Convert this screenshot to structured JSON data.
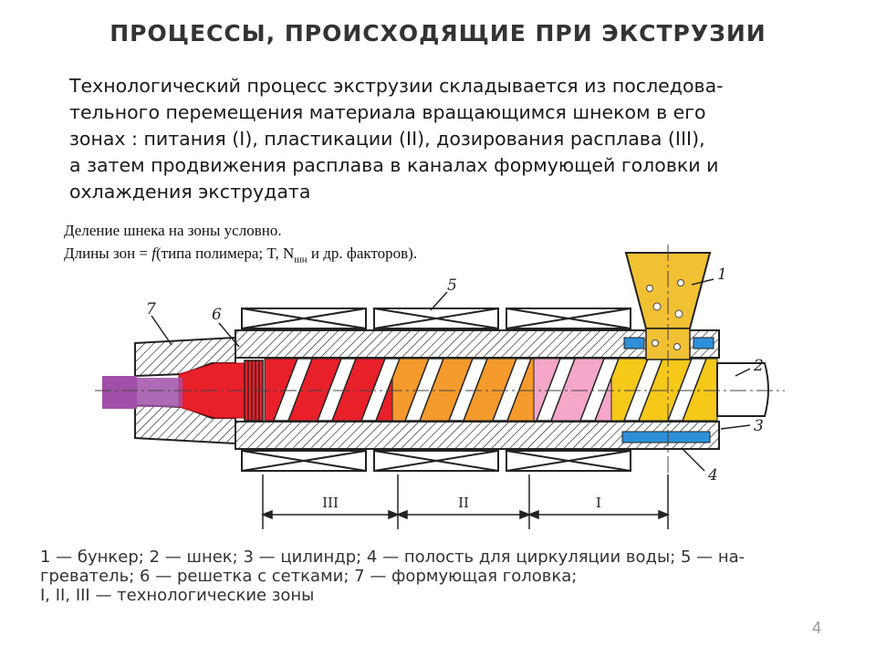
{
  "title": "ПРОЦЕССЫ, ПРОИСХОДЯЩИЕ ПРИ ЭКСТРУЗИИ",
  "intro_lines": [
    "Технологический процесс экструзии складывается из последова-",
    "тельного перемещения материала вращающимся шнеком в его",
    "зонах : питания (I), пластикации (II), дозирования расплава (III),",
    "а затем продвижения расплава в каналах формующей головки и",
    "охлаждения экструдата"
  ],
  "note": {
    "line1": "Деление шнека на зоны условно.",
    "line2_prefix": "Длины зон = ",
    "line2_f": "f",
    "line2_mid": "(типа полимера; T, N",
    "line2_sub": "шн",
    "line2_suffix": " и др. факторов)."
  },
  "diagram": {
    "callouts": [
      "1",
      "2",
      "3",
      "4",
      "5",
      "6",
      "7"
    ],
    "zones": [
      "III",
      "II",
      "I"
    ],
    "colors": {
      "hopper": "#f2c033",
      "feed_zone": "#f5c81a",
      "plastication_pink": "#f4a7c8",
      "plastication_orange": "#f59a2c",
      "metering_red": "#e8202a",
      "extrudate": "#a050a8",
      "water_cavity": "#2f8fd8"
    }
  },
  "legend_lines": [
    "1 — бункер; 2 — шнек; 3 — цилиндр; 4 — полость для циркуляции воды; 5 — на-",
    "греватель; 6 — решетка с сетками; 7 — формующая головка;",
    "I, II, III — технологические зоны"
  ],
  "page_number": "4"
}
